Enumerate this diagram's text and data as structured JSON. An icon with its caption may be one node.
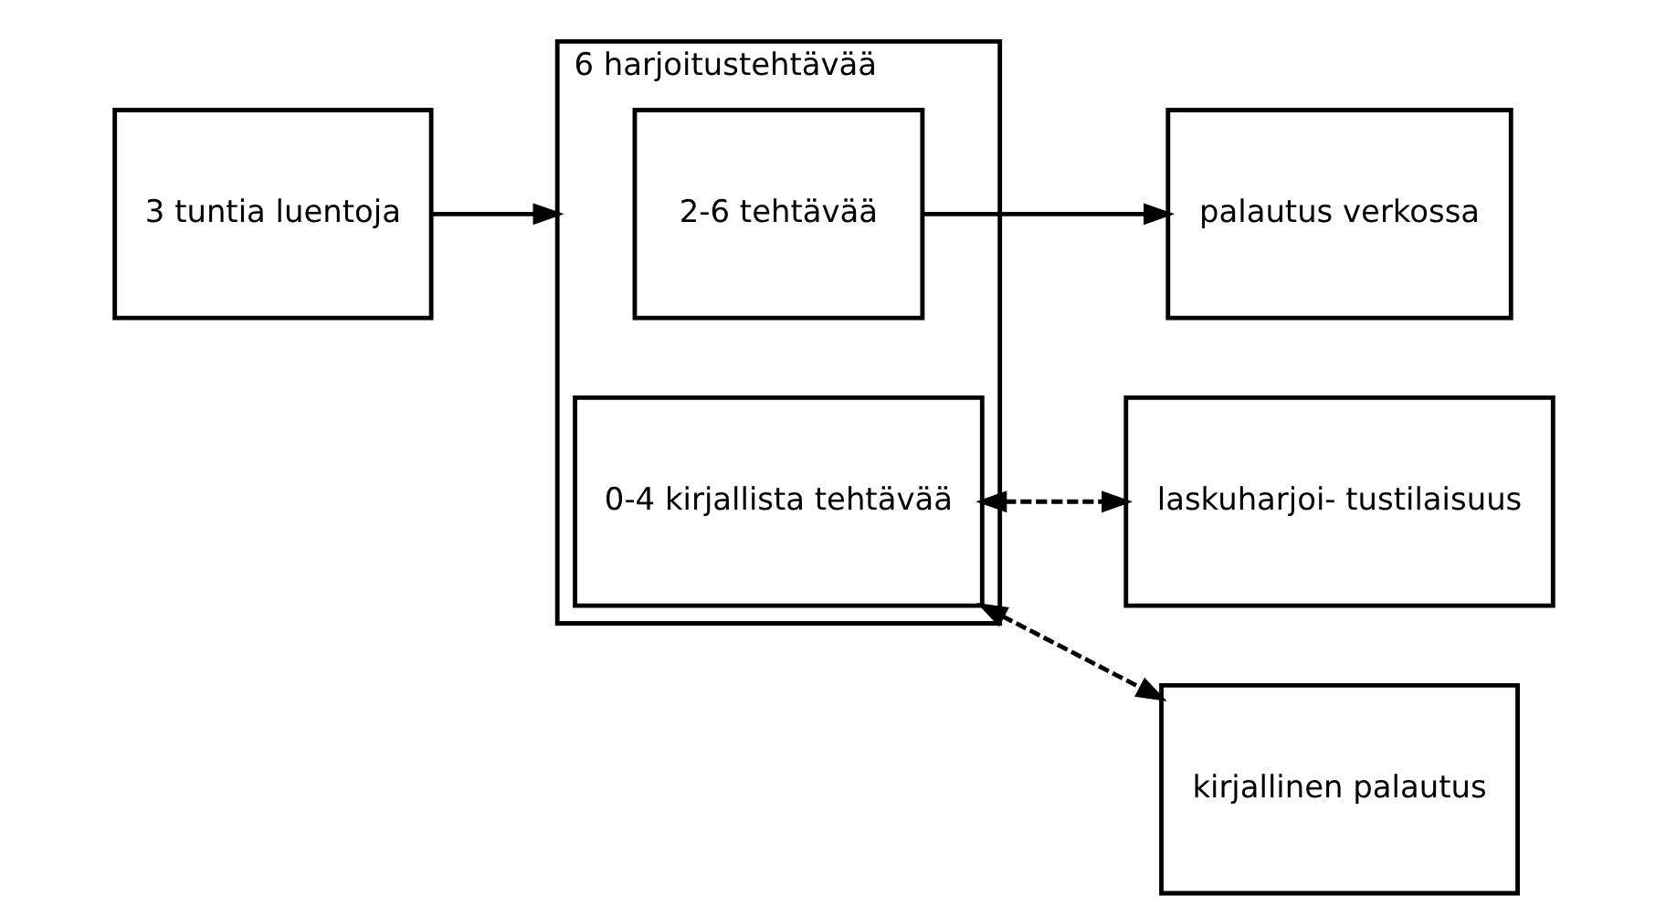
{
  "diagram": {
    "nodes": [
      {
        "text": [
          "3 tuntia luentoja"
        ]
      },
      {
        "text": [
          "6 harjoitustehtävää"
        ]
      },
      {
        "text": [
          "2-6 tehtävää"
        ],
        "in": 1
      },
      {
        "text": [
          "0-4 kirjallista tehtävää"
        ],
        "in": 1
      },
      {
        "text": [
          "palautus verkossa"
        ]
      },
      {
        "text": [
          "laskuharjoi- tustilaisuus"
        ]
      },
      {
        "text": [
          "kirjallinen palautus"
        ]
      }
    ],
    "edges": [
      {
        "from": 0,
        "to": 1,
        "arrow": "to"
      },
      {
        "from": 2,
        "to": 4,
        "arrow": "to"
      },
      {
        "from": 3,
        "to": 5,
        "arrow": "both",
        "style": "dashed"
      },
      {
        "from": 3,
        "to": 6,
        "arrow": "both",
        "style": "dashed"
      }
    ]
  }
}
